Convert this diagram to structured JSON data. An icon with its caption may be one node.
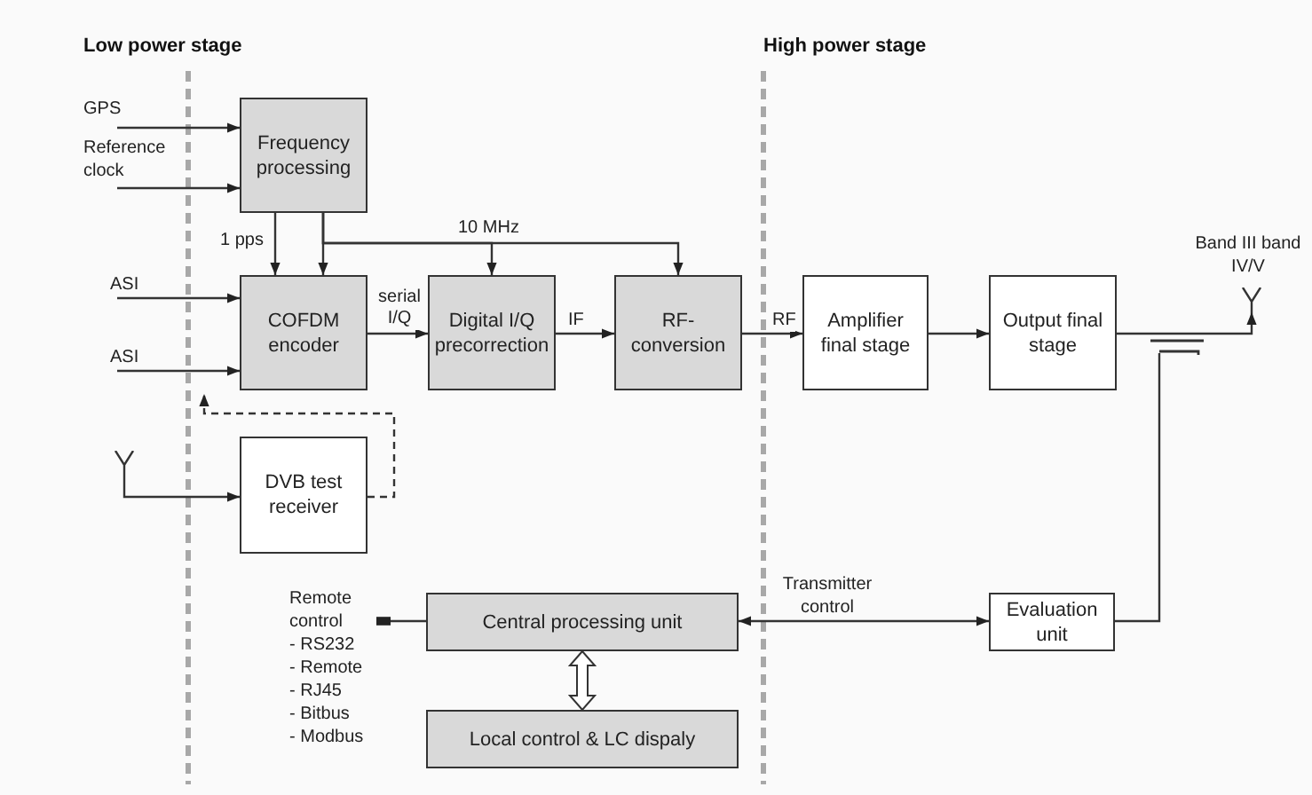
{
  "diagram": {
    "nodes": [
      {
        "text": [
          "Frequency processing"
        ]
      },
      {
        "text": [
          "COFDM encoder"
        ]
      },
      {
        "text": [
          "Digital I/Q precorrection"
        ]
      },
      {
        "text": [
          "RF-conversion"
        ]
      },
      {
        "text": [
          "Amplifier final stage"
        ]
      },
      {
        "text": [
          "Output final stage"
        ]
      },
      {
        "text": [
          "DVB test receiver"
        ]
      },
      {
        "text": [
          "Central processing unit"
        ]
      },
      {
        "text": [
          "Local control & LC dispaly"
        ]
      },
      {
        "text": [
          "Evaluation unit"
        ]
      },
      {
        "text": [
          "GPS"
        ]
      },
      {
        "text": [
          "Reference clock"
        ]
      },
      {
        "text": [
          "ASI"
        ]
      },
      {
        "text": [
          "ASI"
        ]
      },
      {
        "text": [],
        "shape": "antenna",
        "beside": [
          "Band III band IV/V"
        ]
      },
      {
        "text": [],
        "shape": "antenna"
      },
      {
        "text": [
          "Remote control",
          "- RS232",
          "- Remote",
          "- RJ45",
          "- Bitbus",
          "- Modbus"
        ]
      },
      {
        "text": [],
        "shape": "bar"
      }
    ],
    "edges": [
      {
        "from": 10,
        "to": 0,
        "arrow": "to"
      },
      {
        "from": 11,
        "to": 0,
        "arrow": "to"
      },
      {
        "from": 0,
        "to": 1,
        "arrow": "to",
        "label": "1 pps"
      },
      {
        "from": 0,
        "to": 1,
        "arrow": "to"
      },
      {
        "from": 0,
        "to": 2,
        "arrow": "to",
        "label": "10 MHz"
      },
      {
        "from": 0,
        "to": 3,
        "arrow": "to"
      },
      {
        "from": 12,
        "to": 1,
        "arrow": "to"
      },
      {
        "from": 13,
        "to": 1,
        "arrow": "to"
      },
      {
        "from": 1,
        "to": 2,
        "arrow": "to",
        "label": "serial I/Q"
      },
      {
        "from": 2,
        "to": 3,
        "arrow": "to",
        "label": "IF"
      },
      {
        "from": 3,
        "to": 4,
        "arrow": "to",
        "label": "RF"
      },
      {
        "from": 4,
        "to": 5,
        "arrow": "to"
      },
      {
        "from": 5,
        "to": 14,
        "arrow": "to"
      },
      {
        "from": 15,
        "to": 6,
        "arrow": "to"
      },
      {
        "from": 6,
        "to": 1,
        "arrow": "to",
        "style": "dashed"
      },
      {
        "from": 7,
        "to": 16,
        "arrow": "other"
      },
      {
        "from": 7,
        "to": 8,
        "arrow": "both",
        "style": "thick"
      },
      {
        "from": 7,
        "to": 9,
        "arrow": "both",
        "label": "Transmitter control"
      },
      {
        "from": 17,
        "to": 9,
        "arrow": "none"
      }
    ],
    "labels": [
      "Low power stage",
      "High power stage"
    ]
  }
}
